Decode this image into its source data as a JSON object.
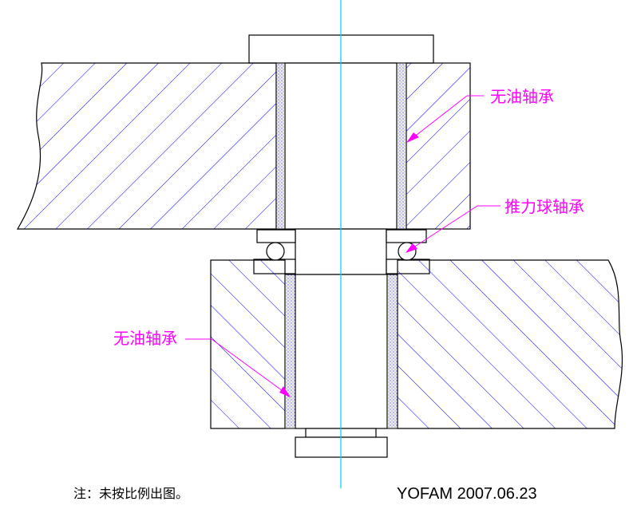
{
  "labels": {
    "oilless_bearing_top": "无油轴承",
    "thrust_ball_bearing": "推力球轴承",
    "oilless_bearing_bottom": "无油轴承"
  },
  "note": "注：未按比例出图。",
  "signature": "YOFAM 2007.06.23",
  "colors": {
    "hatch": "#0000ff",
    "outline": "#000000",
    "centerline": "#00ccff",
    "callout": "#ff00ff",
    "leader": "#ff00ff",
    "bushing_fill": "#e8e8e8",
    "bushing_dots": "#3333ff"
  }
}
